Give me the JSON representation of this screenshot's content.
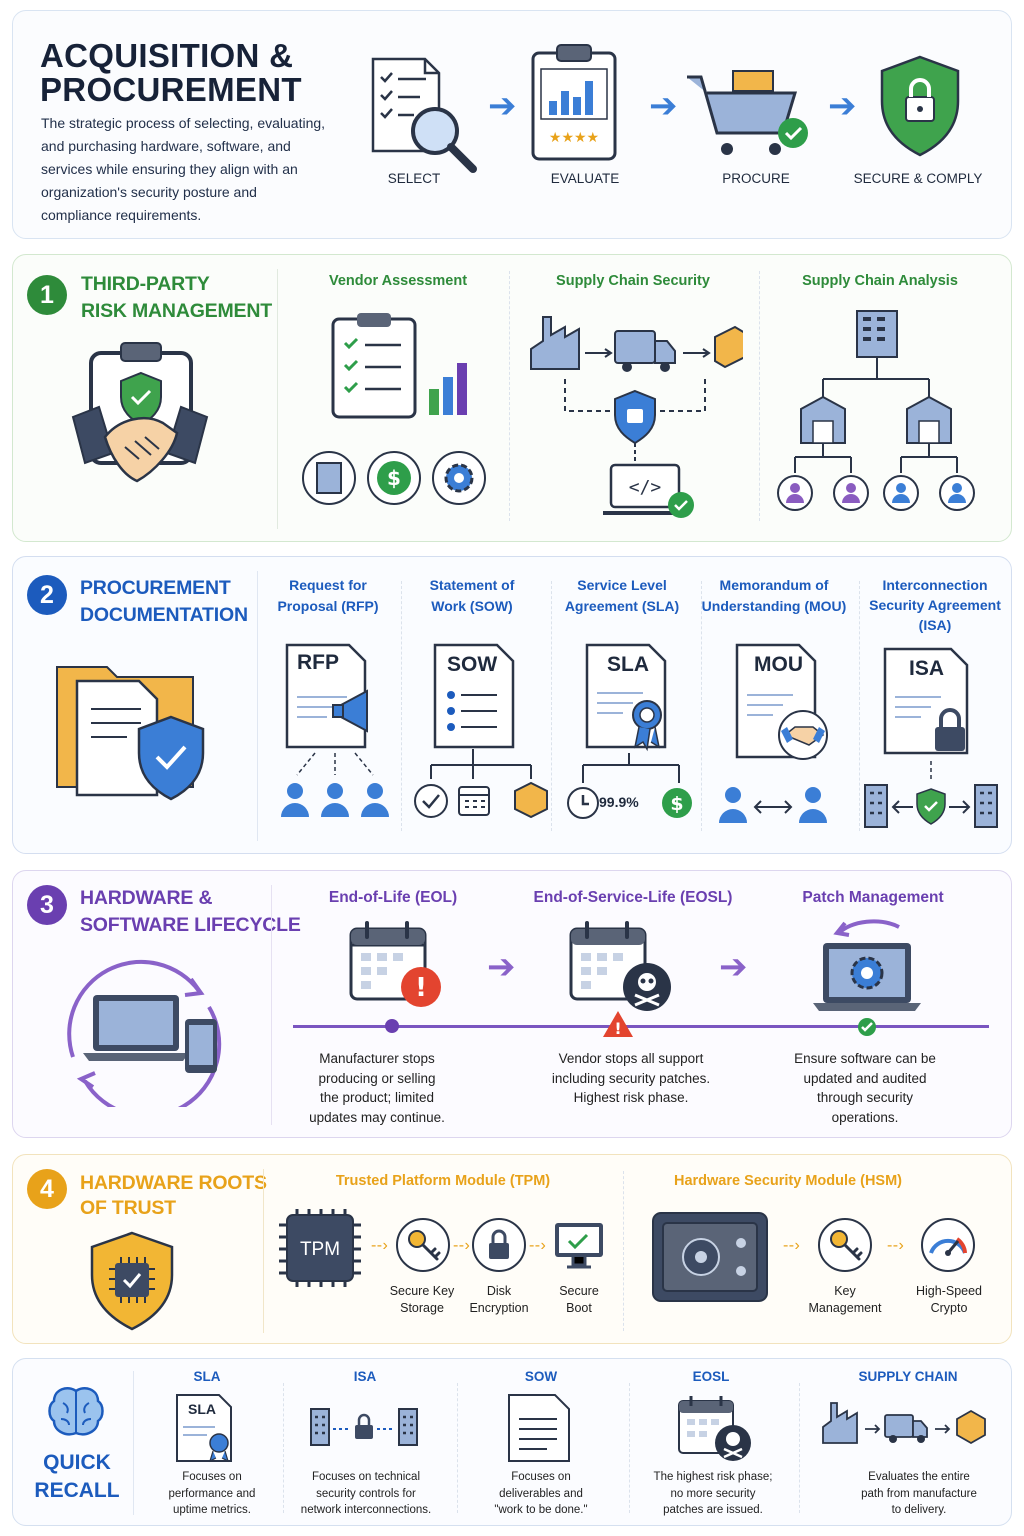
{
  "header": {
    "title_line1": "ACQUISITION &",
    "title_line2": "PROCUREMENT",
    "intro_lines": [
      "The strategic process of selecting, evaluating,",
      "and purchasing hardware, software, and",
      "services while ensuring they align with an",
      "organization's security posture and",
      "compliance requirements."
    ],
    "steps": [
      "SELECT",
      "EVALUATE",
      "PROCURE",
      "SECURE & COMPLY"
    ],
    "step_icons": [
      "checklist-magnifier-icon",
      "clipboard-chart-icon",
      "shopping-cart-icon",
      "shield-lock-icon"
    ]
  },
  "section1": {
    "number": "1",
    "title_line1": "THIRD-PARTY",
    "title_line2": "RISK MANAGEMENT",
    "columns": [
      "Vendor Assessment",
      "Supply Chain Security",
      "Supply Chain Analysis"
    ],
    "sla_text": "",
    "color": "#2e8b3a"
  },
  "section2": {
    "number": "2",
    "title_line1": "PROCUREMENT",
    "title_line2": "DOCUMENTATION",
    "color": "#1c5bbd",
    "documents": [
      {
        "title_line1": "Request for",
        "title_line2": "Proposal (RFP)",
        "title_line3": "",
        "badge": "RFP"
      },
      {
        "title_line1": "Statement of",
        "title_line2": "Work (SOW)",
        "title_line3": "",
        "badge": "SOW"
      },
      {
        "title_line1": "Service Level",
        "title_line2": "Agreement (SLA)",
        "title_line3": "",
        "badge": "SLA"
      },
      {
        "title_line1": "Memorandum of",
        "title_line2": "Understanding (MOU)",
        "title_line3": "",
        "badge": "MOU"
      },
      {
        "title_line1": "Interconnection",
        "title_line2": "Security Agreement",
        "title_line3": "(ISA)",
        "badge": "ISA"
      }
    ],
    "uptime": "99.9%"
  },
  "section3": {
    "number": "3",
    "title_line1": "HARDWARE &",
    "title_line2": "SOFTWARE LIFECYCLE",
    "color": "#6a3fb0",
    "phases": [
      {
        "title": "End-of-Life (EOL)",
        "desc": [
          "Manufacturer stops",
          "producing or selling",
          "the product; limited",
          "updates may continue."
        ]
      },
      {
        "title": "End-of-Service-Life (EOSL)",
        "desc": [
          "Vendor stops all support",
          "including security patches.",
          "Highest risk phase."
        ]
      },
      {
        "title": "Patch Management",
        "desc": [
          "Ensure software can be",
          "updated and audited",
          "through security",
          "operations."
        ]
      }
    ]
  },
  "section4": {
    "number": "4",
    "title_line1": "HARDWARE ROOTS",
    "title_line2": "OF TRUST",
    "color": "#e8a21a",
    "tpm": {
      "title": "Trusted Platform Module (TPM)",
      "chip_label": "TPM",
      "items": [
        [
          "Secure Key",
          "Storage"
        ],
        [
          "Disk",
          "Encryption"
        ],
        [
          "Secure",
          "Boot"
        ]
      ]
    },
    "hsm": {
      "title": "Hardware Security Module (HSM)",
      "items": [
        [
          "Key",
          "Management"
        ],
        [
          "High-Speed",
          "Crypto"
        ]
      ]
    }
  },
  "quick_recall": {
    "title_line1": "QUICK",
    "title_line2": "RECALL",
    "cards": [
      {
        "title": "SLA",
        "badge": "SLA",
        "desc": [
          "Focuses on",
          "performance and",
          "uptime metrics."
        ]
      },
      {
        "title": "ISA",
        "desc": [
          "Focuses on technical",
          "security controls for",
          "network interconnections."
        ]
      },
      {
        "title": "SOW",
        "desc": [
          "Focuses on",
          "deliverables and",
          "\"work to be done.\""
        ]
      },
      {
        "title": "EOSL",
        "desc": [
          "The highest risk phase;",
          "no more security",
          "patches are issued."
        ]
      },
      {
        "title": "SUPPLY CHAIN",
        "desc": [
          "Evaluates the entire",
          "path from manufacture",
          "to delivery."
        ]
      }
    ]
  },
  "colors": {
    "green": "#2e8b3a",
    "blue": "#1c5bbd",
    "purple": "#6a3fb0",
    "gold": "#e8a21a",
    "arrow_blue": "#3b7ed6"
  }
}
